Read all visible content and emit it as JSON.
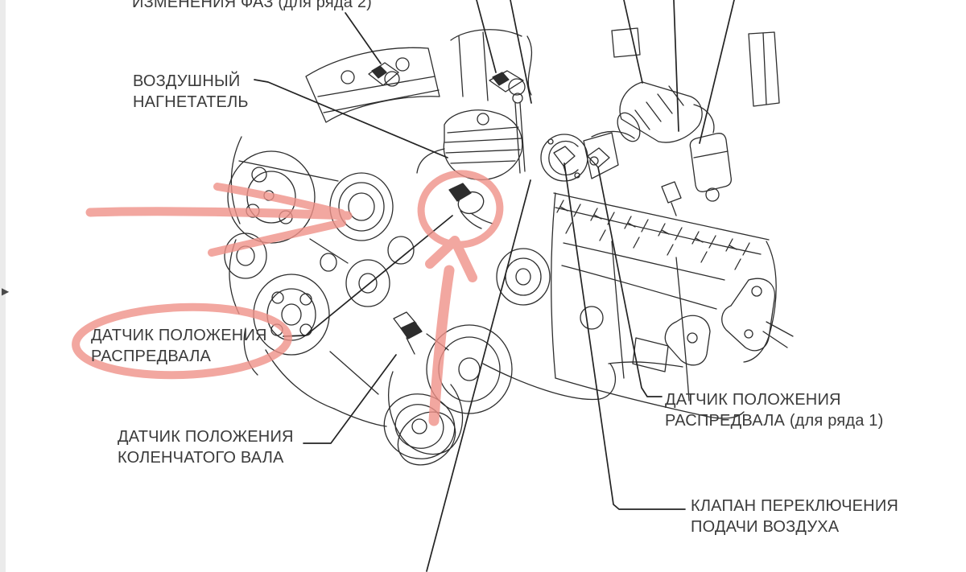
{
  "page": {
    "background_color": "#ffffff",
    "edge_strip_color": "#ebebeb"
  },
  "page_nav": {
    "arrow_icon": "▶"
  },
  "diagram": {
    "line_color": "#2d2d2d",
    "leader_color": "#232323",
    "text_color": "#3b3b3b",
    "annotation_color": "#ef9189",
    "labels": {
      "phase_change_bank2": {
        "line1": "ИЗМЕНЕНИЯ ФАЗ (для ряда 2)"
      },
      "air_supercharger": {
        "line1": "ВОЗДУШНЫЙ",
        "line2": "НАГНЕТАТЕЛЬ"
      },
      "camshaft_position_sensor": {
        "line1": "ДАТЧИК ПОЛОЖЕНИЯ",
        "line2": "РАСПРЕДВАЛА"
      },
      "crankshaft_position_sensor": {
        "line1": "ДАТЧИК ПОЛОЖЕНИЯ",
        "line2": "КОЛЕНЧАТОГО ВАЛА"
      },
      "camshaft_position_sensor_bank1": {
        "line1": "ДАТЧИК ПОЛОЖЕНИЯ",
        "line2": "РАСПРЕДВАЛА (для ряда 1)"
      },
      "air_switch_valve": {
        "line1": "КЛАПАН ПЕРЕКЛЮЧЕНИЯ",
        "line2": "ПОДАЧИ ВОЗДУХА"
      }
    },
    "annotations": {
      "highlighted_label": "ДАТЧИК ПОЛОЖЕНИЯ РАСПРЕДВАЛА",
      "marks": [
        "oval-around-label",
        "circle-around-sensor",
        "up-arrow",
        "three-rays"
      ]
    }
  }
}
